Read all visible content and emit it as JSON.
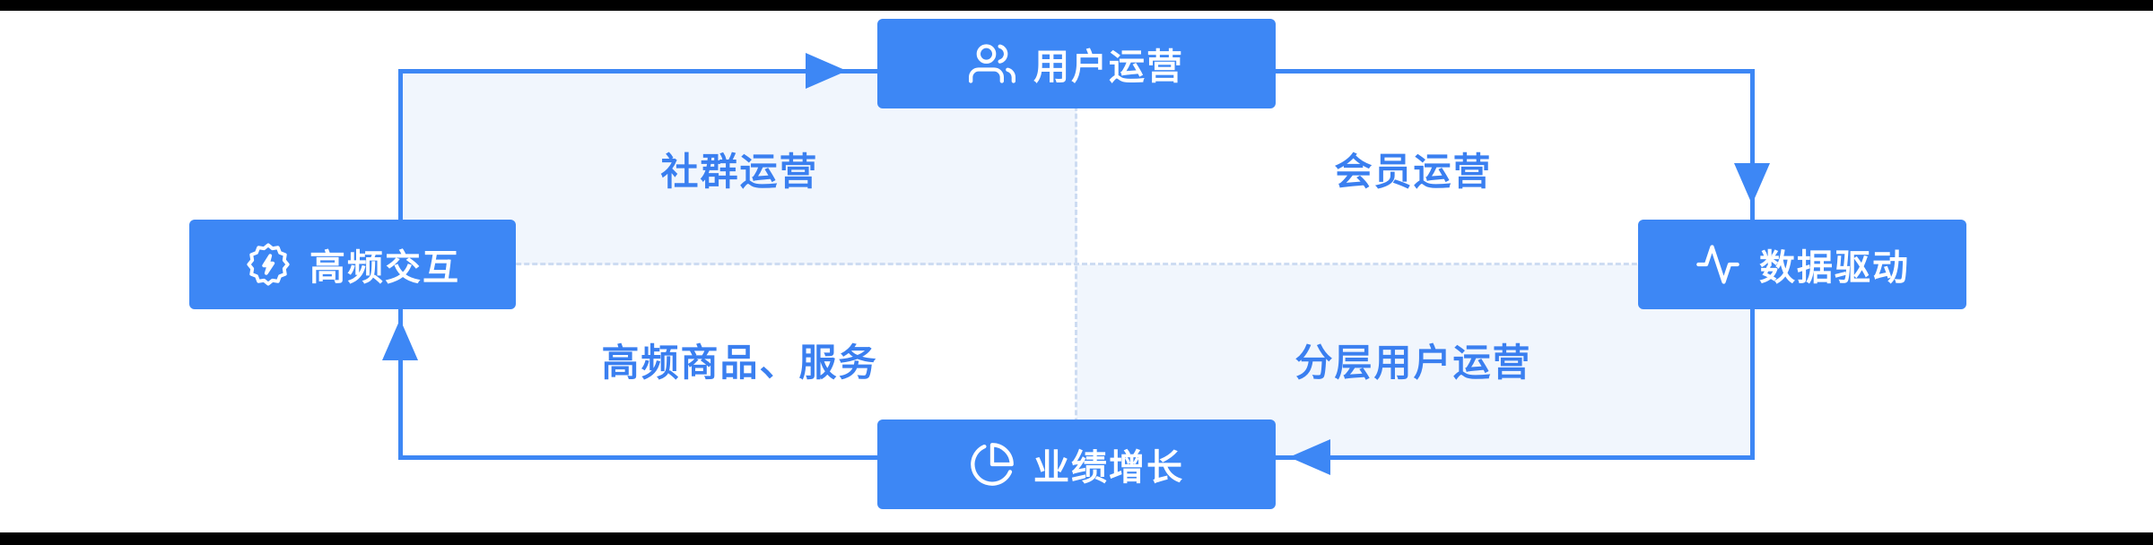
{
  "diagram": {
    "type": "cycle-quadrant",
    "nodes": {
      "top": {
        "label": "用户运营",
        "icon": "users-icon"
      },
      "right": {
        "label": "数据驱动",
        "icon": "pulse-icon"
      },
      "bottom": {
        "label": "业绩增长",
        "icon": "pie-chart-icon"
      },
      "left": {
        "label": "高频交互",
        "icon": "badge-lightning-icon"
      }
    },
    "quadrants": {
      "top_left": "社群运营",
      "top_right": "会员运营",
      "bottom_left": "高频商品、服务",
      "bottom_right": "分层用户运营"
    },
    "flow": "高频交互 → 用户运营 → 数据驱动 → 业绩增长 → 高频交互",
    "colors": {
      "node_blue": "#3d87f5",
      "label_blue": "#3a7ff0",
      "quadrant_light": "#f1f6fd",
      "dash": "#cddcf2",
      "background": "#ffffff"
    }
  }
}
